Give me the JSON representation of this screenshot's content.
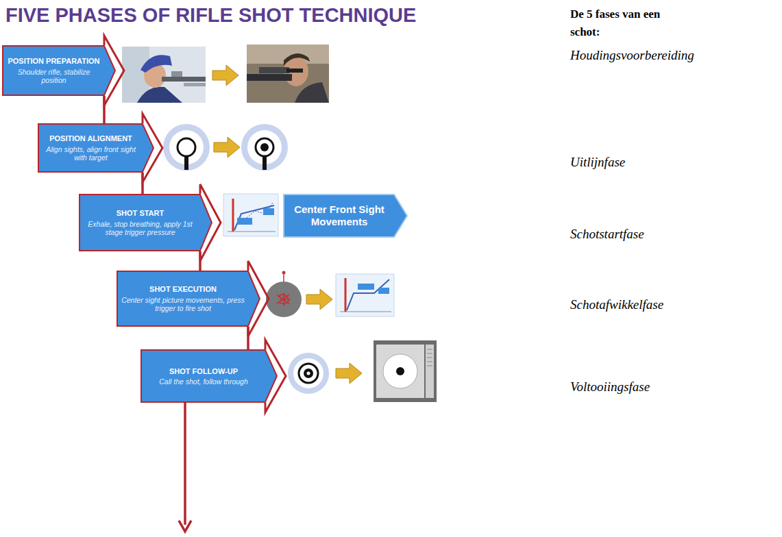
{
  "diagram": {
    "title": "FIVE PHASES OF RIFLE SHOT TECHNIQUE",
    "nodes": [
      {
        "text": [
          "POSITION PREPARATION",
          "Shoulder rifle, stabilize position"
        ]
      },
      {
        "text": [
          "POSITION ALIGNMENT",
          "Align sights, align front sight with target"
        ]
      },
      {
        "text": [
          "SHOT START",
          "Exhale, stop breathing, apply 1st stage trigger pressure"
        ]
      },
      {
        "text": [
          "Center Front Sight Movements"
        ]
      },
      {
        "text": [
          "SHOT EXECUTION",
          "Center sight picture movements, press trigger to fire shot"
        ]
      },
      {
        "text": [
          "SHOT FOLLOW-UP",
          "Call the shot, follow through"
        ]
      }
    ],
    "edges": [
      {
        "from": 0,
        "to": 1,
        "arrow": "none"
      },
      {
        "from": 1,
        "to": 2,
        "arrow": "none"
      },
      {
        "from": 2,
        "to": 4,
        "arrow": "none"
      },
      {
        "from": 4,
        "to": 5,
        "arrow": "none"
      }
    ],
    "labels": [
      "De 5 fases van een schot:",
      "Houdingsvoorbereiding",
      "Uitlijnfase",
      "Schotstartfase",
      "Schotafwikkelfase",
      "Voltooiingsfase"
    ]
  }
}
